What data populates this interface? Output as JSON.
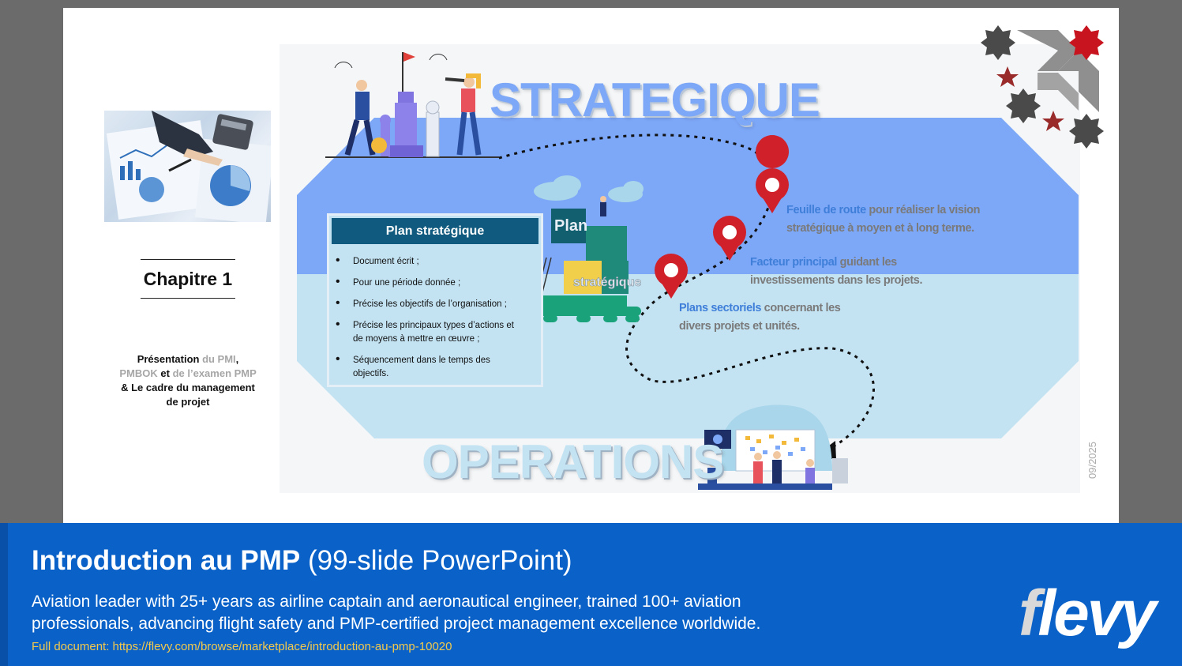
{
  "slide": {
    "chapter_title": "Chapitre 1",
    "chapter_desc": {
      "p1": "Présentation",
      "p2": " du PMI",
      "p3": ", ",
      "p4": "PMBOK",
      "p5": " et ",
      "p6": "de l’examen PMP",
      "p7": " & ",
      "p8": "Le cadre du management de projet"
    },
    "figure": {
      "top_word": "STRATEGIQUE",
      "bottom_word": "OPERATIONS",
      "puzzle_top": "Plan",
      "puzzle_bottom": "stratégique",
      "plan_box": {
        "title": "Plan stratégique",
        "items": [
          "Document écrit ;",
          "Pour une période donnée ;",
          "Précise les objectifs de l’organisation ;",
          "Précise les principaux types d’actions et de moyens à mettre en œuvre ;",
          "Séquencement dans le temps des objectifs."
        ]
      },
      "callouts": [
        {
          "highlight": "Feuille de route",
          "rest": " pour réaliser la vision stratégique à moyen et à long terme."
        },
        {
          "highlight": "Facteur principal",
          "rest": " guidant les investissements dans les projets."
        },
        {
          "highlight": "Plans sectoriels",
          "rest": " concernant les divers projets et unités."
        }
      ]
    },
    "date_fragment": "09/2025"
  },
  "banner": {
    "title_bold": "Introduction au PMP",
    "title_light": " (99-slide PowerPoint)",
    "description": "Aviation leader with 25+ years as airline captain and aeronautical engineer, trained 100+ aviation professionals, advancing flight safety and PMP-certified project management excellence worldwide.",
    "link": "Full document: https://flevy.com/browse/marketplace/introduction-au-pmp-10020",
    "logo_f": "f",
    "logo_rest": "levy"
  },
  "colors": {
    "band_top": "#7da7f7",
    "band_bottom": "#c3e3f3",
    "plan_header": "#0f5a7e",
    "highlight": "#3f7fd9",
    "pin_red": "#d0202a",
    "banner_blue": "#0a62c9",
    "link_yellow": "#f2c94c"
  }
}
